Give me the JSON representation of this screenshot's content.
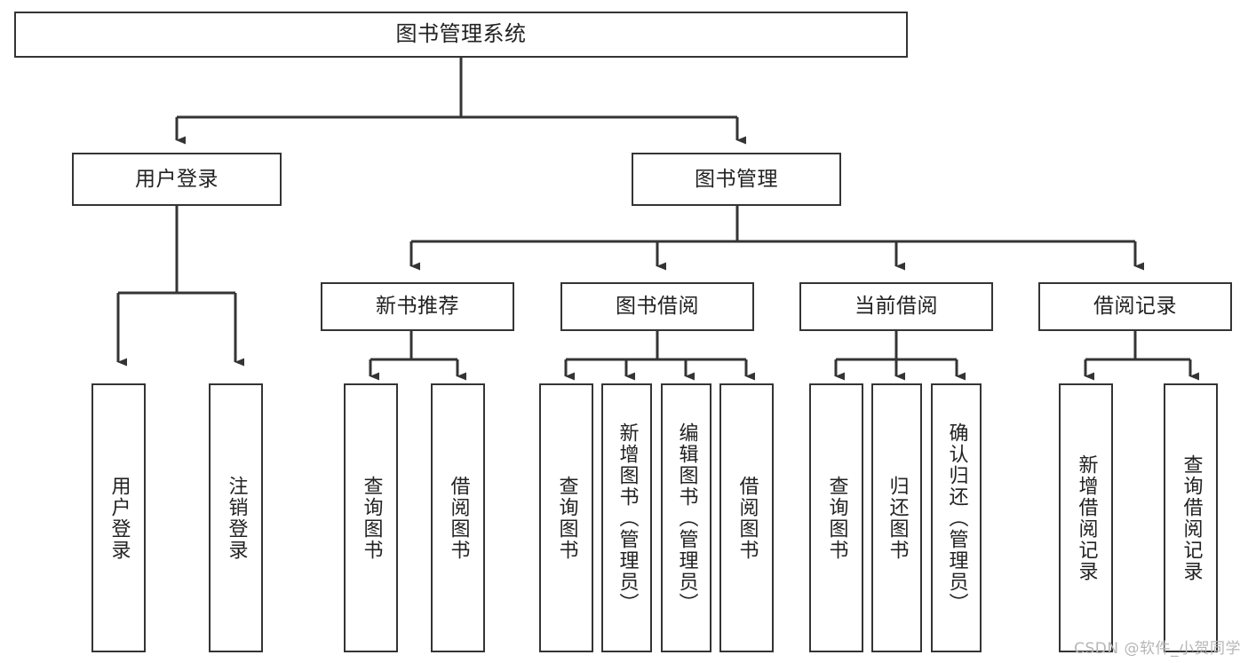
{
  "diagram": {
    "title": "图书管理系统",
    "type": "tree-hierarchy",
    "colors": {
      "background": "#ffffff",
      "box_border": "#343434",
      "connector": "#343434",
      "text": "#222222",
      "watermark": "#b6b6b6"
    },
    "root": {
      "label": "图书管理系统"
    },
    "level2": [
      {
        "label": "用户登录"
      },
      {
        "label": "图书管理"
      }
    ],
    "level3": [
      {
        "label": "新书推荐"
      },
      {
        "label": "图书借阅"
      },
      {
        "label": "当前借阅"
      },
      {
        "label": "借阅记录"
      }
    ],
    "leaves_user_login": [
      {
        "label": "用户登录"
      },
      {
        "label": "注销登录"
      }
    ],
    "leaves_new_book": [
      {
        "label": "查询图书"
      },
      {
        "label": "借阅图书"
      }
    ],
    "leaves_borrow": [
      {
        "label": "查询图书"
      },
      {
        "label": "新增图书（管理员）"
      },
      {
        "label": "编辑图书（管理员）"
      },
      {
        "label": "借阅图书"
      }
    ],
    "leaves_current": [
      {
        "label": "查询图书"
      },
      {
        "label": "归还图书"
      },
      {
        "label": "确认归还（管理员）"
      }
    ],
    "leaves_records": [
      {
        "label": "新增借阅记录"
      },
      {
        "label": "查询借阅记录"
      }
    ]
  },
  "watermark": {
    "text": "CSDN @软件_小贺同学"
  }
}
